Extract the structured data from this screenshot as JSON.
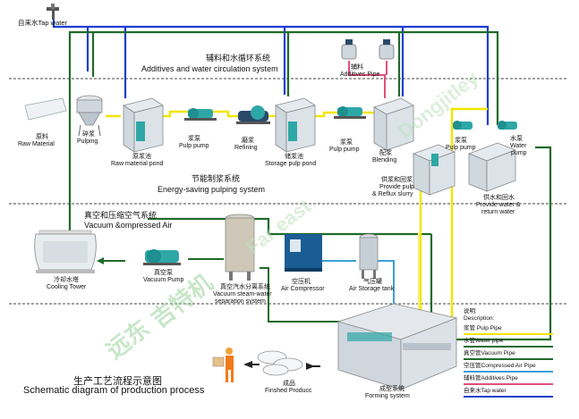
{
  "tap_water": "自来水Tap water",
  "sections": {
    "additives_cn": "辅料和水循环系统",
    "additives_en": "Additives and water circulation system",
    "pulping_cn": "节能制浆系统",
    "pulping_en": "Energy-saving pulping system",
    "vacuum_cn": "真空和压缩空气系统",
    "vacuum_en": "Vacuum &ompressed Air"
  },
  "components": {
    "additives_pipe_cn": "辅料",
    "additives_pipe_en": "Additives Pipe",
    "raw_material_cn": "原料",
    "raw_material_en": "Raw Material",
    "pulping_cn": "碎浆",
    "pulping_en": "Pulping",
    "raw_pond_cn": "原浆池",
    "raw_pond_en": "Raw material pond",
    "pulp_pump1_cn": "浆泵",
    "pulp_pump1_en": "Pulp pump",
    "refining_cn": "磨浆",
    "refining_en": "Refining",
    "storage_cn": "储浆池",
    "storage_en": "Storage pulp pond",
    "pulp_pump2_cn": "浆泵",
    "pulp_pump2_en": "Pulp pump",
    "blending_cn": "配浆",
    "blending_en": "Blending",
    "provide_pulp_cn": "供浆和回浆",
    "provide_pulp_en1": "Provide pulp",
    "provide_pulp_en2": "& Reflux slurry",
    "pulp_pump3_cn": "浆泵",
    "pulp_pump3_en": "Pulp pump",
    "water_pump_cn": "水泵",
    "water_pump_en1": "Water",
    "water_pump_en2": "pump",
    "provide_water_cn": "供水和回水",
    "provide_water_en1": "Provide water &",
    "provide_water_en2": "return water",
    "cooling_cn": "冷却水塔",
    "cooling_en": "Cooling Tower",
    "vacuum_pump_cn": "真空泵",
    "vacuum_pump_en": "Vacuum Pump",
    "separation_cn": "真空汽水分离系统",
    "separation_en1": "Vacuum steam-water",
    "separation_en2": "separation system",
    "compressor_cn": "空压机",
    "compressor_en": "Air Compressor",
    "storage_tank_cn": "气压罐",
    "storage_tank_en": "Air Storage tank",
    "finished_cn": "成品",
    "finished_en": "Finshed Producc",
    "forming_cn": "成型系统",
    "forming_en": "Forming system"
  },
  "legend": {
    "header_cn": "说明:",
    "header_en": "Description:",
    "items": [
      {
        "label": "浆管 Pulp Pipe",
        "color": "#f2e600"
      },
      {
        "label": "水管Water pipe",
        "color": "#1f6b2a"
      },
      {
        "label": "真空管Vacuum Pipe",
        "color": "#1f6b2a"
      },
      {
        "label": "空压管Compressed Air Pipe",
        "color": "#3aa0d8"
      },
      {
        "label": "辅料管Additives Pipe",
        "color": "#e0507a"
      },
      {
        "label": "自来水Tap water",
        "color": "#1a3fd0"
      }
    ]
  },
  "title_cn": "生产工艺流程示意图",
  "title_en": "Schematic diagram of production process",
  "watermark_cn1": "远东",
  "watermark_cn2": "吉特机",
  "watermark_en": "Far east",
  "watermark_brand": "Dongjitley",
  "colors": {
    "tap_water": "#1a3fd0",
    "water": "#1f6b2a",
    "pulp": "#f2e600",
    "additives": "#e0507a",
    "air": "#3aa0d8",
    "teal": "#2ea7a7"
  }
}
